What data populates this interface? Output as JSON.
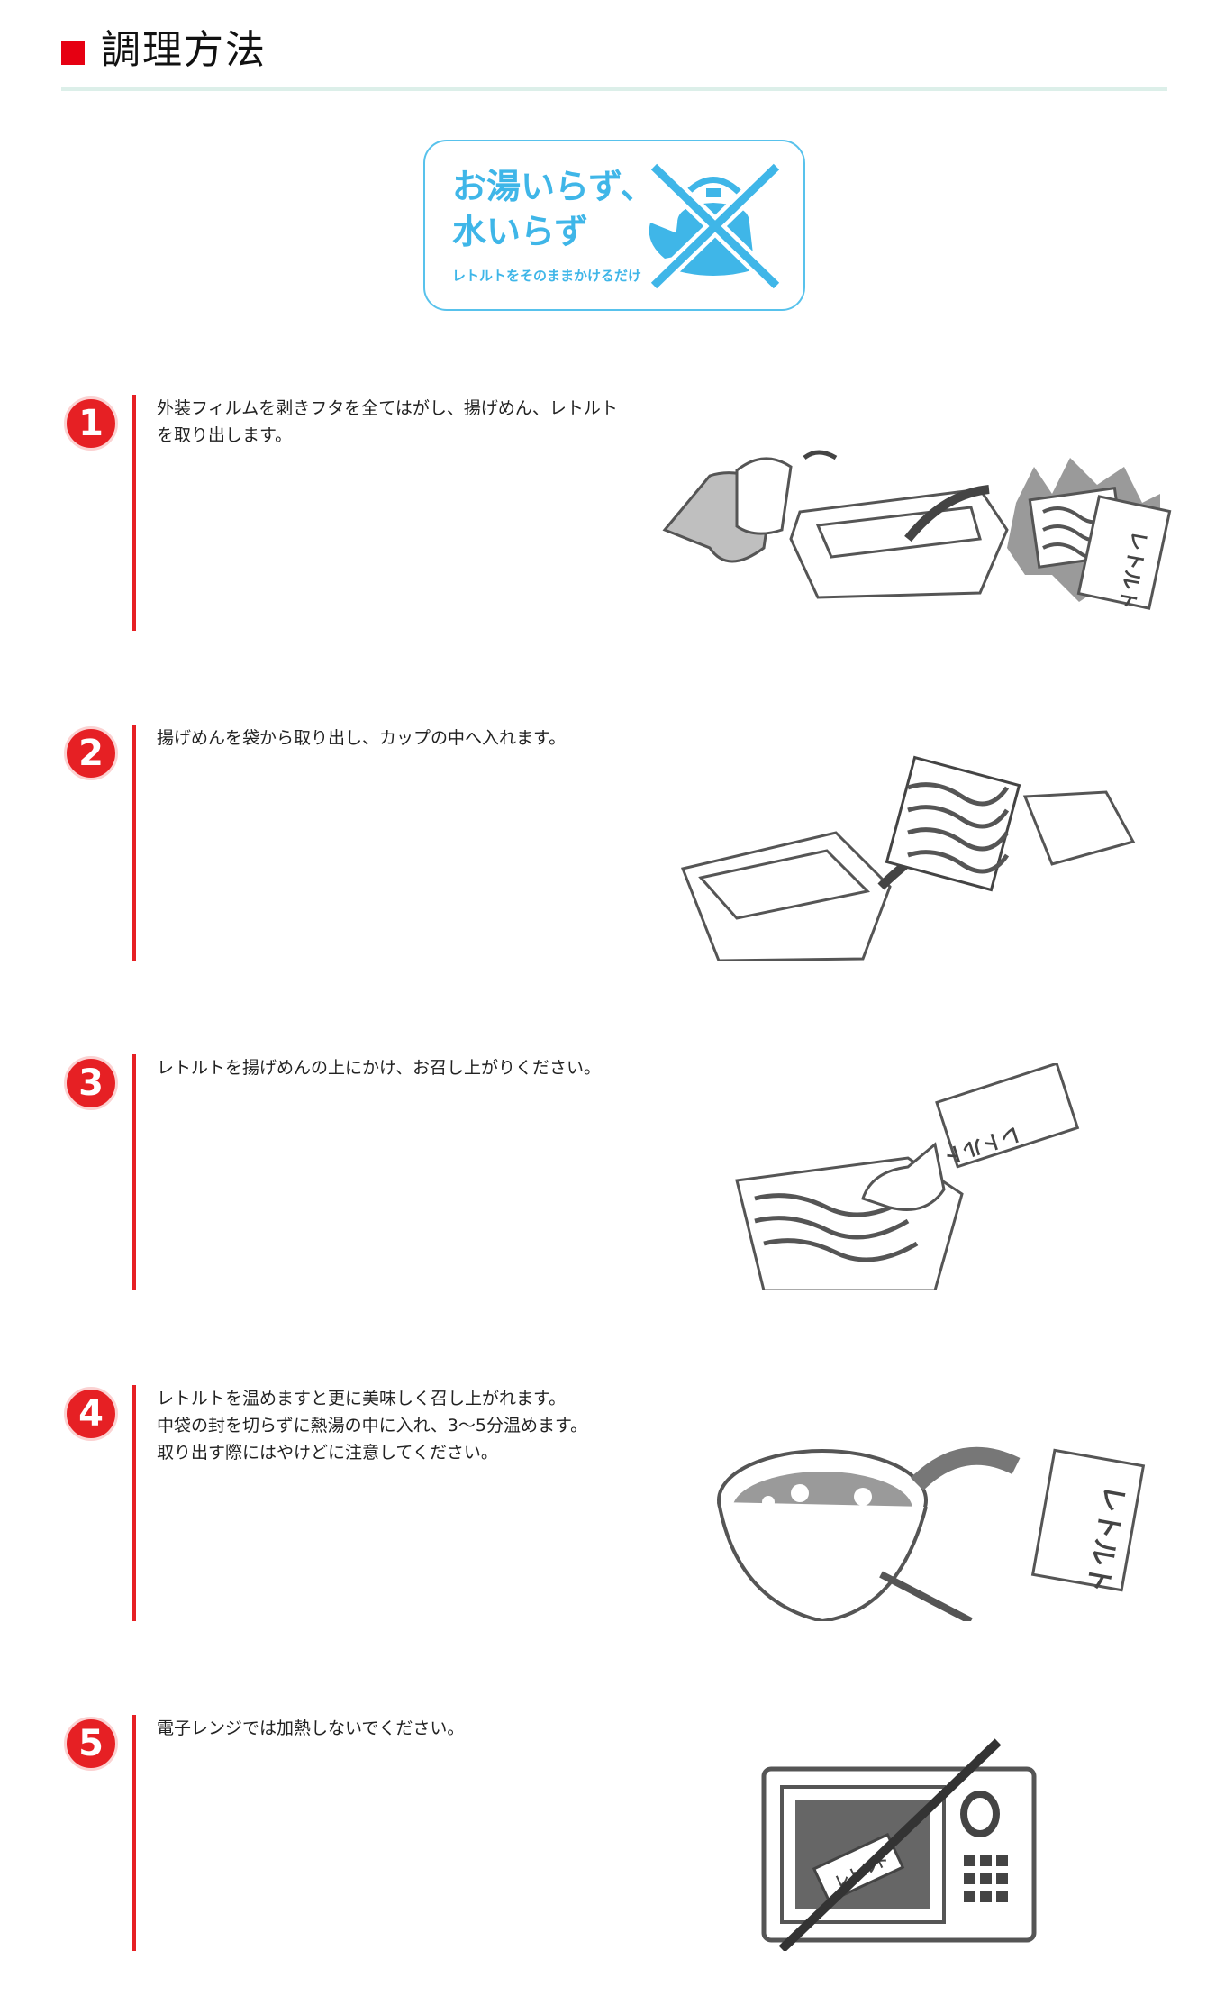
{
  "section": {
    "title": "調理方法"
  },
  "badge": {
    "line1": "お湯いらず、",
    "line2": "水いらず",
    "line3": "レトルトをそのままかけるだけ"
  },
  "steps": [
    {
      "number": "1",
      "lines": [
        "外装フィルムを剥きフタを全てはがし、揚げめん、レトルト",
        "を取り出します。"
      ],
      "label": "レトルト"
    },
    {
      "number": "2",
      "lines": [
        "揚げめんを袋から取り出し、カップの中へ入れます。"
      ]
    },
    {
      "number": "3",
      "lines": [
        "レトルトを揚げめんの上にかけ、お召し上がりください。"
      ],
      "label": "レトルト"
    },
    {
      "number": "4",
      "lines": [
        "レトルトを温めますと更に美味しく召し上がれます。",
        "中袋の封を切らずに熱湯の中に入れ、3〜5分温めます。",
        "取り出す際にはやけどに注意してください。"
      ],
      "label": "レトルト"
    },
    {
      "number": "5",
      "lines": [
        "電子レンジでは加熱しないでください。"
      ],
      "label": "レトルト"
    }
  ],
  "colors": {
    "accent": "#e60012",
    "divider": "#dcefe9",
    "badge": "#3fb6e8"
  }
}
